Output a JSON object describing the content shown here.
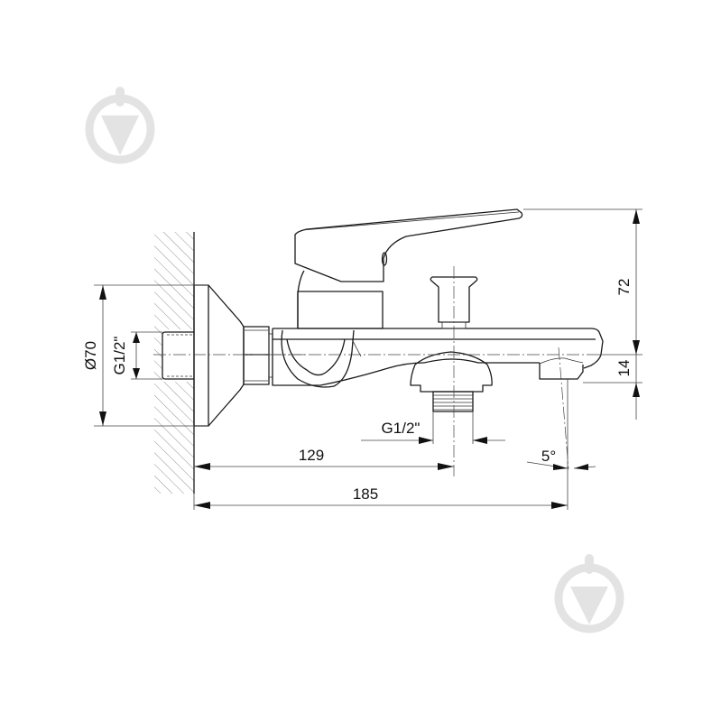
{
  "drawing": {
    "title": "Bath mixer technical drawing",
    "dimensions": {
      "flange_diameter": "Ø70",
      "wall_thread": "G1/2ʺ",
      "outlet_thread": "G1/2ʺ",
      "outlet_offset": "129",
      "spout_length": "185",
      "total_height": "72",
      "spout_height": "14",
      "spout_angle": "5°"
    },
    "watermarks": [
      {
        "name": "top-left-logo"
      },
      {
        "name": "bottom-right-logo"
      }
    ],
    "colors": {
      "line": "#1a1a1a",
      "watermark": "#e3e3e3",
      "background": "#ffffff"
    }
  }
}
